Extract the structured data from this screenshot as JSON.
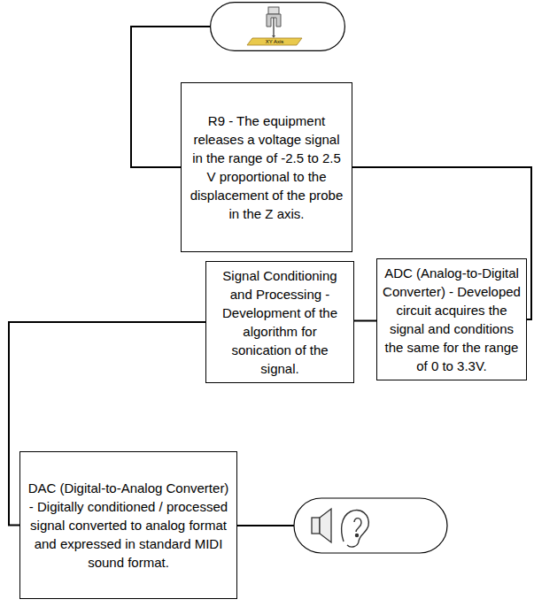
{
  "diagram": {
    "nodes": [
      {
        "text": [
          "XY Axis"
        ]
      },
      {
        "text": [
          "R9 - The equipment releases a voltage signal in the range of -2.5 to 2.5 V proportional to the displacement of the probe in the Z axis."
        ]
      },
      {
        "text": [
          "Signal Conditioning and Processing - Development of the algorithm for sonication of the signal."
        ]
      },
      {
        "text": [
          "ADC (Analog-to-Digital Converter) - Developed circuit acquires the signal and conditions the same for the range of 0 to 3.3V."
        ]
      },
      {
        "text": [
          "DAC (Digital-to-Analog Converter) - Digitally conditioned / processed signal converted to analog format and expressed in standard MIDI sound format."
        ]
      }
    ],
    "edges": [
      {
        "from": 0,
        "to": 1,
        "arrow": "none"
      },
      {
        "from": 1,
        "to": 3,
        "arrow": "none"
      },
      {
        "from": 3,
        "to": 2,
        "arrow": "none"
      },
      {
        "from": 2,
        "to": 4,
        "arrow": "none"
      }
    ]
  }
}
